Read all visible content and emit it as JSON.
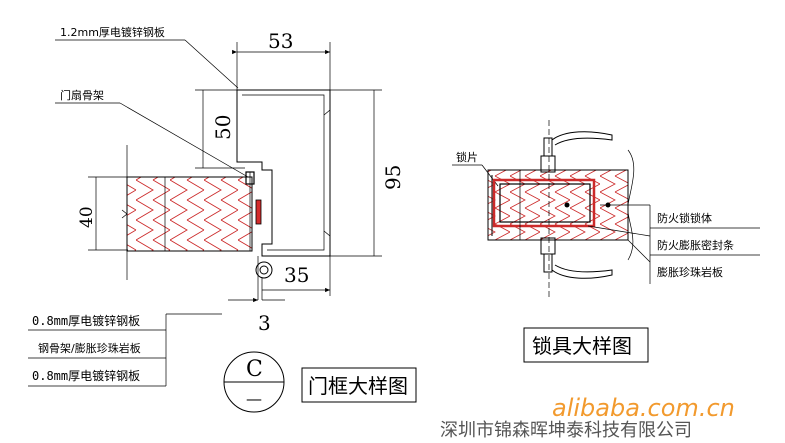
{
  "labels": {
    "galv_12": "1.2mm厚电镀锌钢板",
    "door_frame_bone": "门扇骨架",
    "galv_08_top": "0.8mm厚电镀锌钢板",
    "steel_pearlite": "钢骨架/膨胀珍珠岩板",
    "galv_08_bottom": "0.8mm厚电镀锌钢板",
    "lock_plate": "锁片",
    "fire_lock_body": "防火锁锁体",
    "fire_seal_strip": "防火膨胀密封条",
    "pearlite_board": "膨胀珍珠岩板"
  },
  "dimensions": {
    "d53": "53",
    "d50": "50",
    "d95": "95",
    "d40": "40",
    "d35": "35",
    "d3": "3"
  },
  "section_marker": {
    "letter": "C",
    "sub": "—"
  },
  "titles": {
    "frame_detail": "门框大样图",
    "lock_detail": "锁具大样图"
  },
  "watermark": {
    "site": "alibaba.com.cn",
    "company": "深圳市锦森晖坤泰科技有限公司"
  },
  "colors": {
    "line": "#000000",
    "brick": "#cc2a2a",
    "watermark": "#f29a2e"
  }
}
